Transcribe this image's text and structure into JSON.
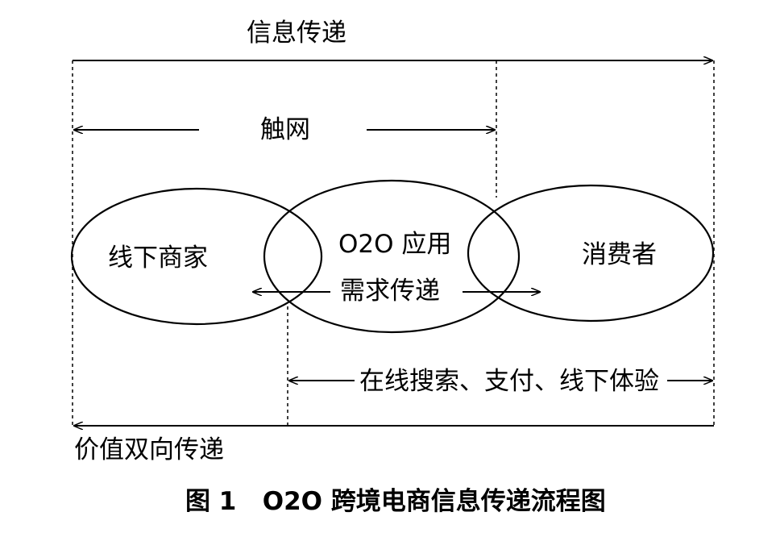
{
  "labels": {
    "info_transfer": "信息传递",
    "touch_net": "触网",
    "offline_merchant": "线下商家",
    "o2o_app": "O2O 应用",
    "demand_transfer": "需求传递",
    "consumer": "消费者",
    "online_search": "在线搜索、支付、线下体验",
    "value_transfer": "价值双向传递"
  },
  "caption": "图 1   O2O 跨境电商信息传递流程图"
}
